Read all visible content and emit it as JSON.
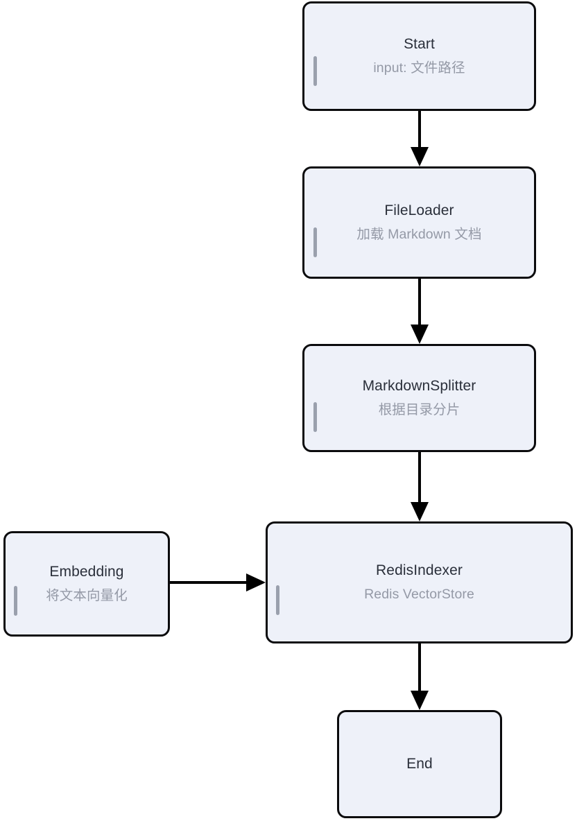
{
  "diagram": {
    "type": "flowchart",
    "orientation": "top-to-bottom",
    "background_color": "#ffffff",
    "node_fill_color": "#eef1f9",
    "node_border_color": "#0b0b0d",
    "title_color": "#2a2f3a",
    "subtitle_color": "#9499a6",
    "accent_bar_color": "#9aa0ad",
    "arrow_color": "#000000",
    "nodes": [
      {
        "id": "start",
        "title": "Start",
        "subtitle": "input: 文件路径"
      },
      {
        "id": "fileloader",
        "title": "FileLoader",
        "subtitle": "加载 Markdown 文档"
      },
      {
        "id": "splitter",
        "title": "MarkdownSplitter",
        "subtitle": "根据目录分片"
      },
      {
        "id": "redisindexer",
        "title": "RedisIndexer",
        "subtitle": "Redis VectorStore"
      },
      {
        "id": "embedding",
        "title": "Embedding",
        "subtitle": "将文本向量化"
      },
      {
        "id": "end",
        "title": "End",
        "subtitle": ""
      }
    ],
    "edges": [
      {
        "from": "start",
        "to": "fileloader",
        "direction": "down"
      },
      {
        "from": "fileloader",
        "to": "splitter",
        "direction": "down"
      },
      {
        "from": "splitter",
        "to": "redisindexer",
        "direction": "down"
      },
      {
        "from": "embedding",
        "to": "redisindexer",
        "direction": "right"
      },
      {
        "from": "redisindexer",
        "to": "end",
        "direction": "down"
      }
    ]
  }
}
